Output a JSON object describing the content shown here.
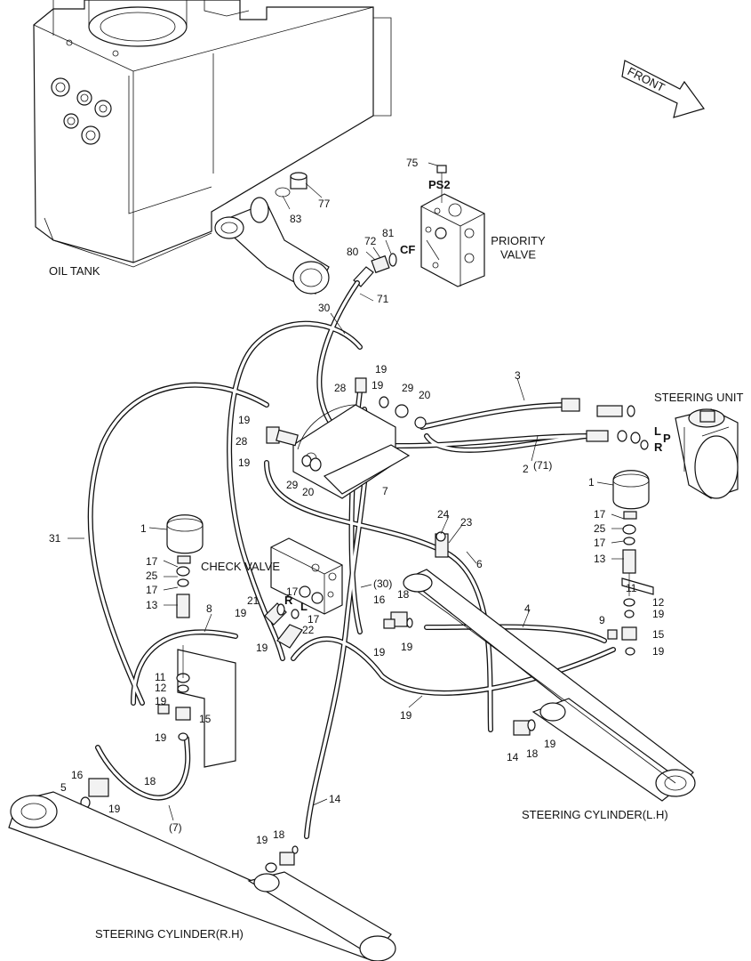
{
  "titles": {
    "oil_tank": "OIL TANK",
    "priority_valve": "PRIORITY\nVALVE",
    "steering_unit": "STEERING UNIT",
    "check_valve": "CHECK VALVE",
    "cyl_lh": "STEERING CYLINDER(L.H)",
    "cyl_rh": "STEERING CYLINDER(R.H)",
    "front": "FRONT"
  },
  "ports": {
    "ps2": "PS2",
    "cf": "CF",
    "l": "L",
    "p": "P",
    "r": "R",
    "cv_r": "R",
    "cv_l": "L"
  },
  "callouts": [
    "75",
    "77",
    "83",
    "80",
    "72",
    "81",
    "30",
    "71",
    "19",
    "28",
    "19",
    "29",
    "20",
    "3",
    "19",
    "28",
    "19",
    "29",
    "20",
    "2",
    "(71)",
    "7",
    "31",
    "1",
    "17",
    "25",
    "17",
    "13",
    "1",
    "17",
    "25",
    "17",
    "13",
    "24",
    "23",
    "6",
    "4",
    "21",
    "17",
    "19",
    "17",
    "19",
    "22",
    "8",
    "(30)",
    "18",
    "16",
    "19",
    "19",
    "11",
    "12",
    "19",
    "15",
    "19",
    "11",
    "12",
    "19",
    "15",
    "19",
    "9",
    "19",
    "14",
    "18",
    "19",
    "16",
    "19",
    "18",
    "5",
    "(7)",
    "14",
    "19",
    "18"
  ]
}
